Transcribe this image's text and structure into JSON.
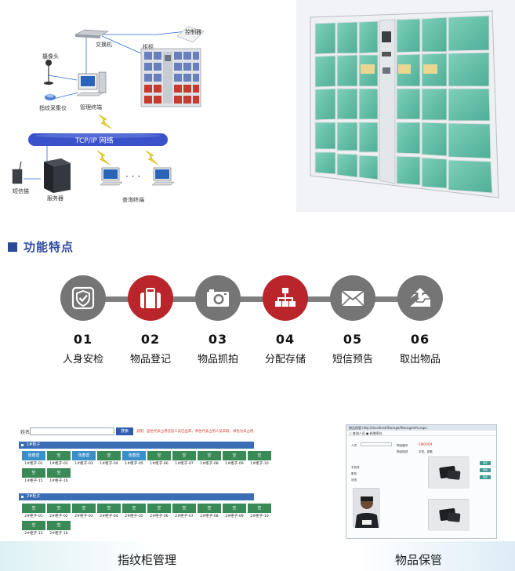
{
  "diagram": {
    "switch": "交换机",
    "controller": "控制器",
    "camera": "摄像头",
    "fingerprint": "指纹采集仪",
    "terminal": "管理终端",
    "cabinet": "柜柜",
    "network": "TCP/IP  网络",
    "sms": "短信猫",
    "server": "服务器",
    "query": "查询终端",
    "ellipsis": "· · ·"
  },
  "section": {
    "title": "功能特点",
    "marker_color": "#2c4a9a"
  },
  "features": [
    {
      "num": "01",
      "name": "人身安检",
      "icon": "shield-check-icon",
      "color": "#757575"
    },
    {
      "num": "02",
      "name": "物品登记",
      "icon": "luggage-icon",
      "color": "#b9252b"
    },
    {
      "num": "03",
      "name": "物品抓拍",
      "icon": "camera-icon",
      "color": "#757575"
    },
    {
      "num": "04",
      "name": "分配存储",
      "icon": "hierarchy-icon",
      "color": "#b9252b"
    },
    {
      "num": "05",
      "name": "短信预告",
      "icon": "envelope-icon",
      "color": "#757575"
    },
    {
      "num": "06",
      "name": "取出物品",
      "icon": "tray-upload-icon",
      "color": "#757575"
    }
  ],
  "management": {
    "search_label": "姓名",
    "search_button": "搜索",
    "note": "说明：蓝色代表占用信息人员已出库，青色代表占用人员未取，绿色为未占用",
    "groups": [
      {
        "title": "1#柜子",
        "cells": [
          {
            "status": "张春雷",
            "label": "1#柜子-01",
            "color": "#3a8fc9"
          },
          {
            "status": "空",
            "label": "1#柜子-02",
            "color": "#3a8a57"
          },
          {
            "status": "张春雷",
            "label": "1#柜子-03",
            "color": "#3a8fc9"
          },
          {
            "status": "空",
            "label": "1#柜子-04",
            "color": "#3a8a57"
          },
          {
            "status": "张春雷",
            "label": "1#柜子-05",
            "color": "#3a8fc9"
          },
          {
            "status": "空",
            "label": "1#柜子-06",
            "color": "#3a8a57"
          },
          {
            "status": "空",
            "label": "1#柜子-07",
            "color": "#3a8a57"
          },
          {
            "status": "空",
            "label": "1#柜子-08",
            "color": "#3a8a57"
          },
          {
            "status": "空",
            "label": "1#柜子-09",
            "color": "#3a8a57"
          },
          {
            "status": "空",
            "label": "1#柜子-10",
            "color": "#3a8a57"
          },
          {
            "status": "空",
            "label": "1#柜子-15",
            "color": "#3a8a57"
          },
          {
            "status": "空",
            "label": "1#柜子-16",
            "color": "#3a8a57"
          }
        ]
      },
      {
        "title": "2#柜子",
        "cells": [
          {
            "status": "空",
            "label": "2#柜子-01",
            "color": "#3a8a57"
          },
          {
            "status": "空",
            "label": "2#柜子-02",
            "color": "#3a8a57"
          },
          {
            "status": "空",
            "label": "2#柜子-03",
            "color": "#3a8a57"
          },
          {
            "status": "空",
            "label": "2#柜子-04",
            "color": "#3a8a57"
          },
          {
            "status": "空",
            "label": "2#柜子-05",
            "color": "#3a8a57"
          },
          {
            "status": "空",
            "label": "2#柜子-06",
            "color": "#3a8a57"
          },
          {
            "status": "空",
            "label": "2#柜子-07",
            "color": "#3a8a57"
          },
          {
            "status": "空",
            "label": "2#柜子-08",
            "color": "#3a8a57"
          },
          {
            "status": "空",
            "label": "2#柜子-09",
            "color": "#3a8a57"
          },
          {
            "status": "空",
            "label": "2#柜子-10",
            "color": "#3a8a57"
          },
          {
            "status": "空",
            "label": "2#柜子-15",
            "color": "#3a8a57"
          },
          {
            "status": "空",
            "label": "2#柜子-16",
            "color": "#3a8a57"
          }
        ]
      }
    ],
    "caption": "指纹柜管理"
  },
  "storage": {
    "window_title": "物品保管 http://localhost/Storage/StorageInfo.aspx",
    "toolbar": "○ 查询人员   ● 新增寄存",
    "fields": {
      "person": "人员",
      "item_id": "物品编号",
      "item_desc": "物品描述",
      "phone": "手机号",
      "position": "职务",
      "status": "状态"
    },
    "item_id_value": "EN0004",
    "item_desc_value": "手机、钥匙",
    "buttons": [
      "保存",
      "抓拍",
      "取出"
    ],
    "caption": "物品保管"
  }
}
